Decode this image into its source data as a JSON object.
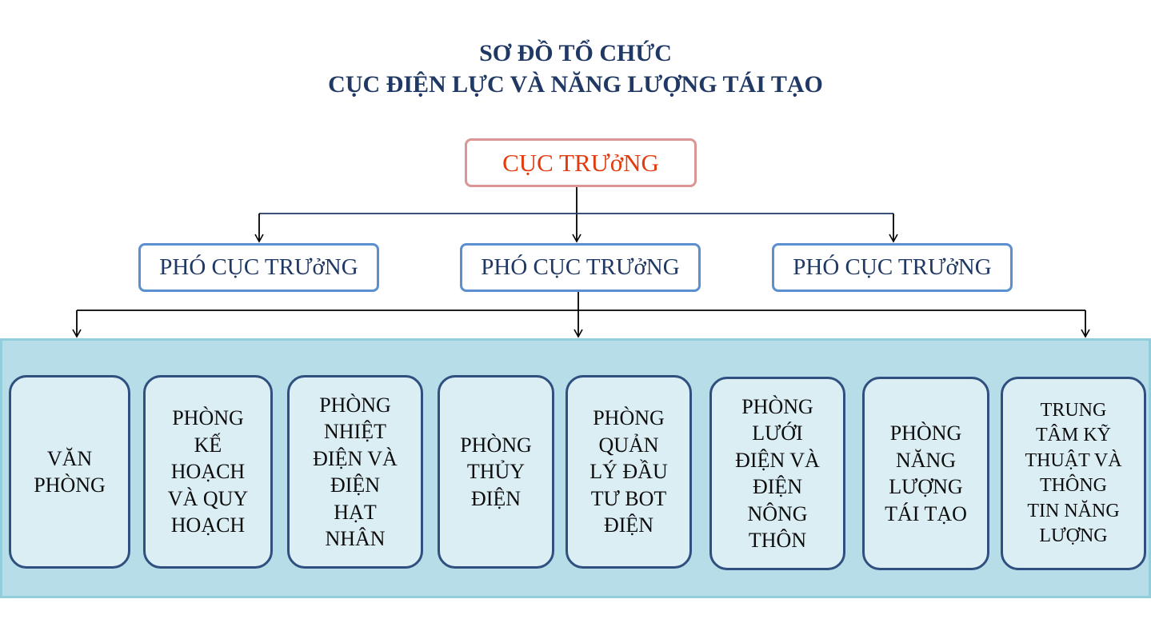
{
  "title": {
    "line1": "SƠ ĐỒ TỔ CHỨC",
    "line2": "CỤC ĐIỆN LỰC VÀ NĂNG LƯỢNG TÁI TẠO"
  },
  "chief": {
    "label": "CỤC TRƯởNG"
  },
  "deputies": [
    {
      "label": "PHÓ CỤC TRƯởNG"
    },
    {
      "label": "PHÓ CỤC TRƯởNG"
    },
    {
      "label": "PHÓ CỤC TRƯởNG"
    }
  ],
  "departments": [
    {
      "lines": [
        "VĂN",
        "PHÒNG"
      ]
    },
    {
      "lines": [
        "PHÒNG",
        "KẾ",
        "HOẠCH",
        "VÀ QUY",
        "HOẠCH"
      ]
    },
    {
      "lines": [
        "PHÒNG",
        "NHIỆT",
        "ĐIỆN VÀ",
        "ĐIỆN",
        "HẠT",
        "NHÂN"
      ]
    },
    {
      "lines": [
        "PHÒNG",
        "THỦY",
        "ĐIỆN"
      ]
    },
    {
      "lines": [
        "PHÒNG",
        "QUẢN",
        "LÝ ĐẦU",
        "TƯ BOT",
        "ĐIỆN"
      ]
    },
    {
      "lines": [
        "PHÒNG",
        "LƯỚI",
        "ĐIỆN VÀ",
        "ĐIỆN",
        "NÔNG",
        "THÔN"
      ]
    },
    {
      "lines": [
        "PHÒNG",
        "NĂNG",
        "LƯỢNG",
        "TÁI TẠO"
      ]
    },
    {
      "lines": [
        "TRUNG",
        "TÂM KỸ",
        "THUẬT VÀ",
        "THÔNG",
        "TIN NĂNG",
        "LƯỢNG"
      ]
    }
  ],
  "colors": {
    "title": "#1f3864",
    "chief_text": "#e33b10",
    "chief_border": "#d99694",
    "deputy_border": "#5b8fcf",
    "band_fill": "#b7dde8",
    "dept_fill": "#dbeef4",
    "dept_border": "#2f4f7f"
  }
}
